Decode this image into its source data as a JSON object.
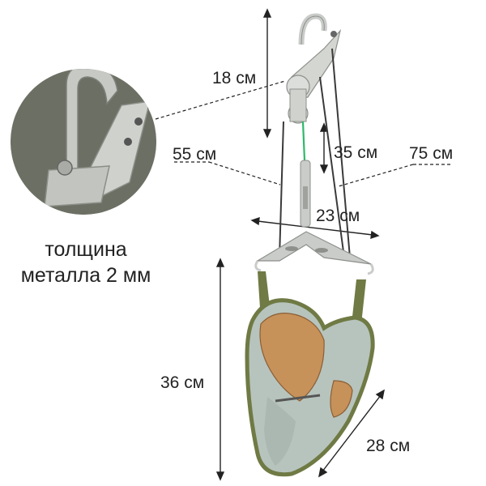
{
  "image": {
    "description_kind": "product-photo",
    "colors": {
      "metal": "#c9ccc9",
      "sling_fabric": "#b7c4bd",
      "sling_pad": "#c7915a",
      "trim": "#6f7a44",
      "cord": "#3a3a3a",
      "inset_bg": "#727569"
    }
  },
  "dimensions": {
    "top_height": "18 см",
    "left_cord": "55 см",
    "pulley_gap": "35 см",
    "right_cord": "75 см",
    "bar_width": "23 см",
    "sling_height": "36 см",
    "sling_width": "28 см"
  },
  "note": {
    "line1": "толщина",
    "line2": "металла 2 мм"
  }
}
